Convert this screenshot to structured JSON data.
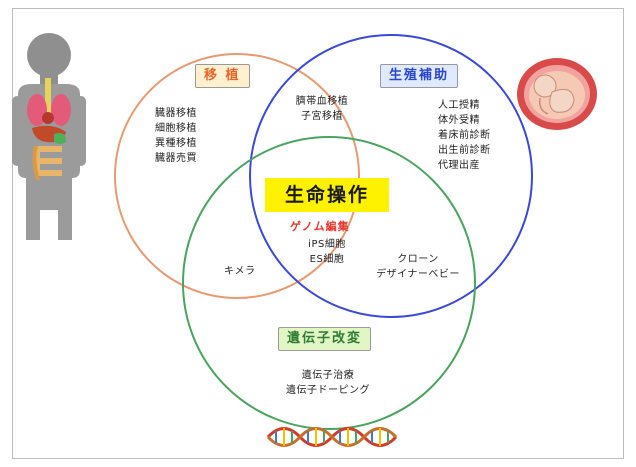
{
  "core_label": "生命操作",
  "genome_label": "ゲノム編集",
  "sets": {
    "transplant": {
      "label": "移 植",
      "items": [
        "臓器移植",
        "細胞移植",
        "異種移植",
        "臓器売買"
      ]
    },
    "reproduction": {
      "label": "生殖補助",
      "items": [
        "人工授精",
        "体外受精",
        "着床前診断",
        "出生前診断",
        "代理出産"
      ]
    },
    "genetic": {
      "label": "遺伝子改変",
      "items": [
        "遺伝子治療",
        "遺伝子ドーピング"
      ]
    }
  },
  "overlaps": {
    "transplant_reproduction": [
      "臍帯血移植",
      "子宮移植"
    ],
    "transplant_genetic": [
      "キメラ"
    ],
    "reproduction_genetic": [
      "クローン",
      "デザイナーベビー"
    ],
    "all_three": [
      "iPS細胞",
      "ES細胞"
    ]
  },
  "colors": {
    "transplant": "#e89a72",
    "reproduction": "#3b48d8",
    "genetic": "#4aa35e",
    "core_bg": "#fff200",
    "genome": "#e8352a"
  },
  "illustrations": [
    "human-body-organs-icon",
    "fetus-in-womb-icon",
    "dna-helix-icon"
  ]
}
